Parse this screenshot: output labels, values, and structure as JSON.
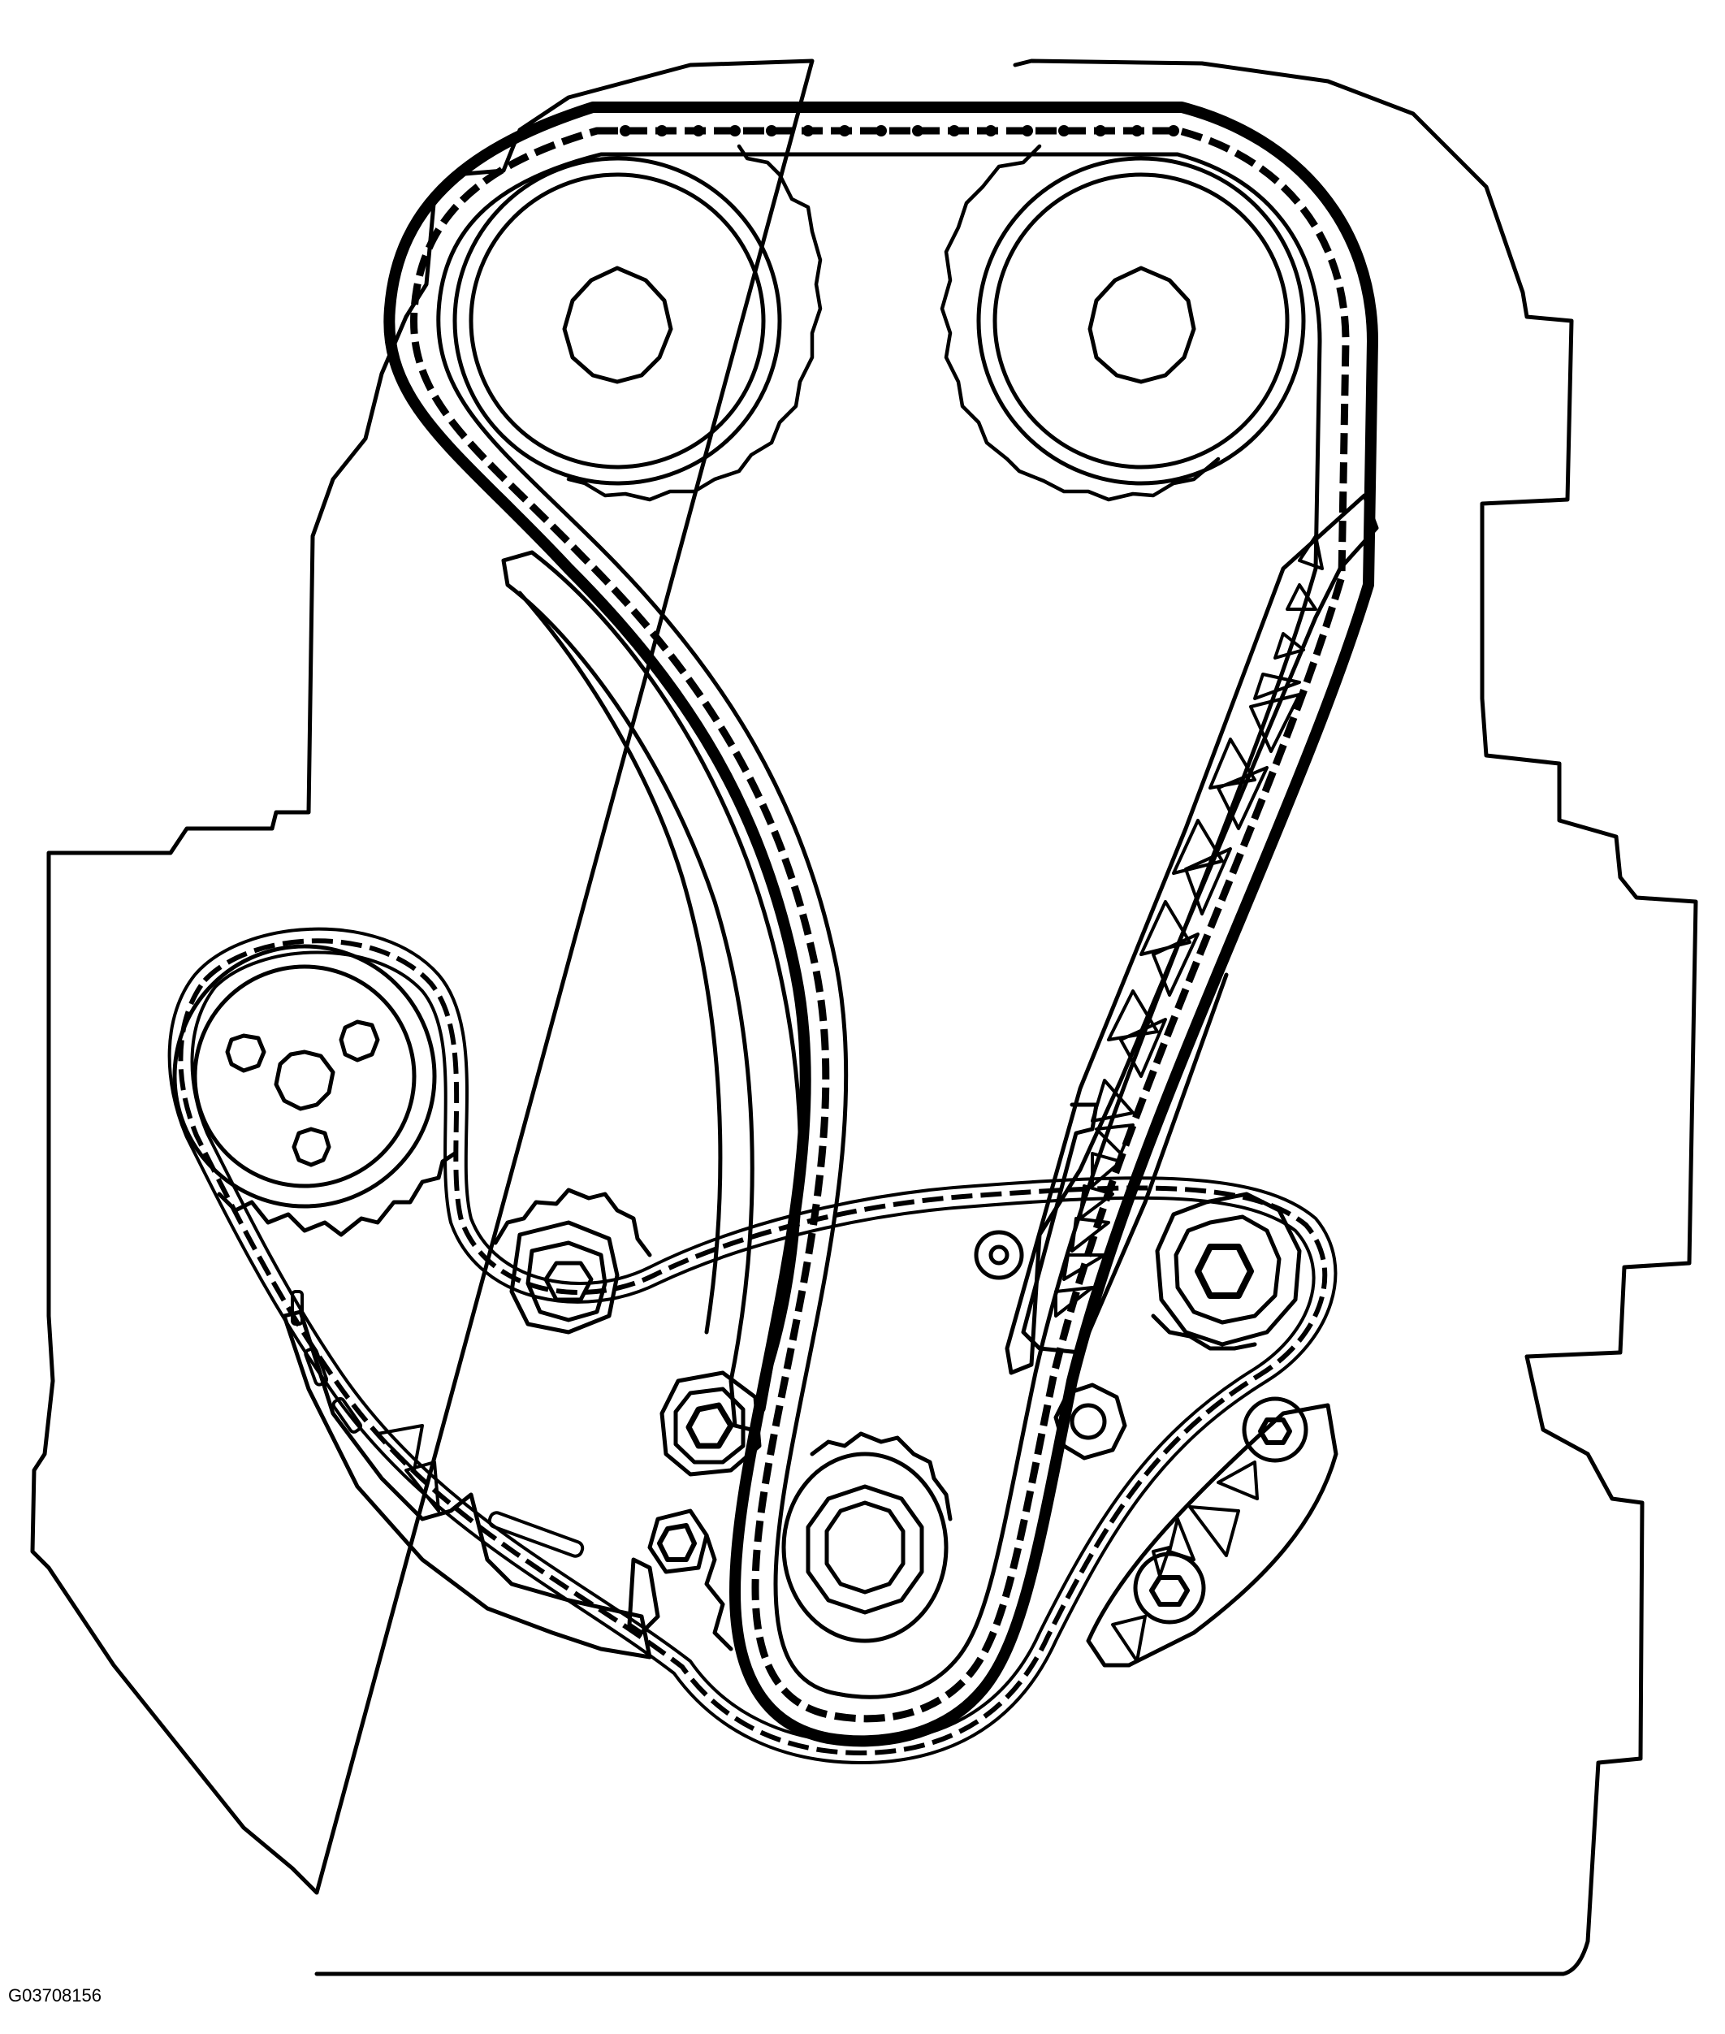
{
  "figure": {
    "id_label": "G03708156",
    "subject": "Engine timing chain layout",
    "colors": {
      "line": "#000000",
      "background": "#ffffff"
    }
  },
  "components": {
    "engine_block_outline": "engine-block",
    "intake_cam_sprocket": "left camshaft sprocket",
    "exhaust_cam_sprocket": "right camshaft sprocket",
    "primary_chain": "primary timing chain",
    "secondary_chain": "secondary timing chain",
    "tensioner_rail": "chain tensioner rail",
    "guide_rail": "fixed chain guide",
    "crank_sprocket": "crankshaft sprocket",
    "balance_shaft_sprocket": "balance shaft sprocket",
    "idler_sprocket": "idler sprocket",
    "lower_tensioner": "lower chain tensioner"
  }
}
